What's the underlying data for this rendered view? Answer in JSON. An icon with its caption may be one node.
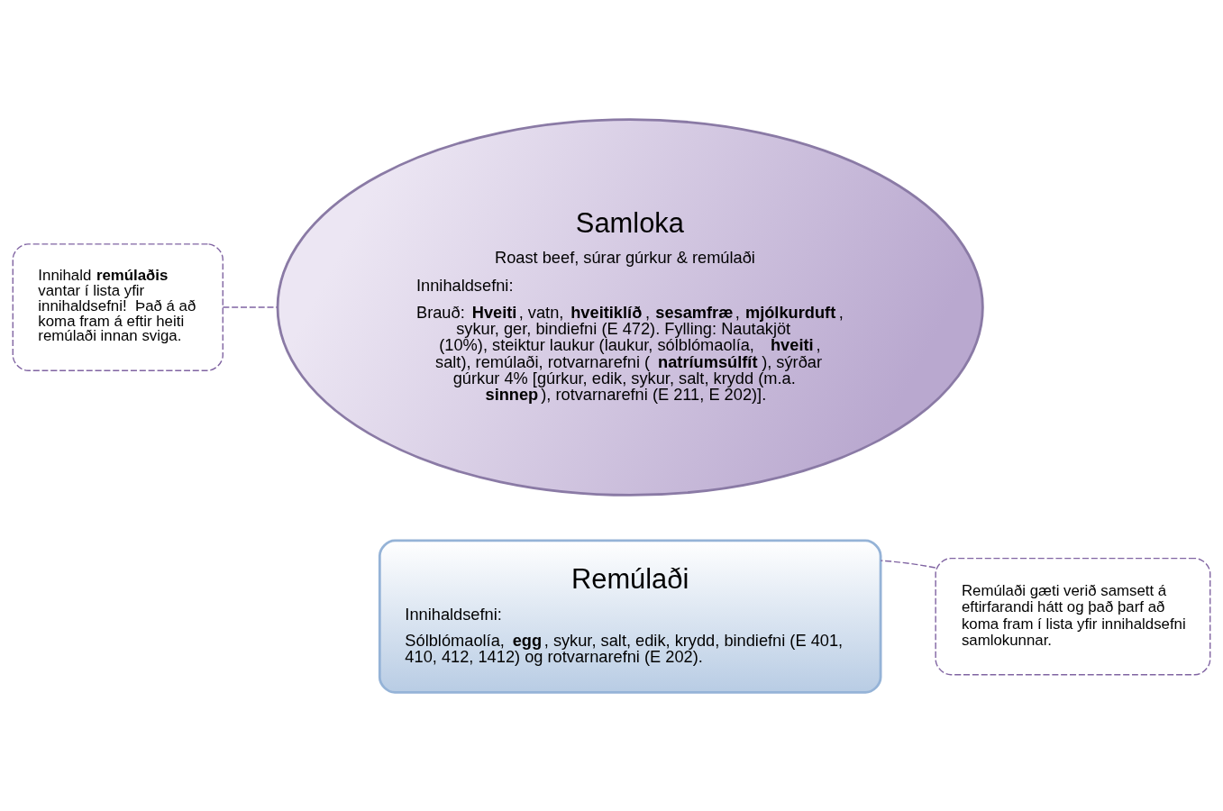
{
  "diagram": {
    "nodes": [
      {
        "text": [
          "Samloka",
          "Roast beef, súrar gúrkur & remúlaði",
          "Innihaldsefni:",
          "Brauð: **Hveiti**, vatn, **hveitiklíð**, **sesamfræ**, **mjólkurduft**, sykur, ger, bindiefni (E 472). Fylling: Nautakjöt (10%), steiktur laukur (laukur, sólblómaolía, **hveiti**, salt), remúlaði, rotvarnarefni (**natríumsúlfít**), sýrðar gúrkur 4% [gúrkur, edik, sykur, salt, krydd (m.a. **sinnep**), rotvarnarefni (E 211, E 202)]."
        ]
      },
      {
        "text": [
          "Innihald **remúlaðis** vantar í lista yfir innihaldsefni!  Það á að koma fram á eftir heiti remúlaði innan sviga."
        ]
      },
      {
        "text": [
          "Remúlaði",
          "Innihaldsefni:",
          "Sólblómaolía, **egg**, sykur, salt, edik, krydd, bindiefni (E 401, 410, 412, 1412) og rotvarnarefni (E 202)."
        ]
      },
      {
        "text": [
          "Remúlaði gæti verið samsett á eftirfarandi hátt og það þarf að koma fram í lista yfir innihaldsefni samlokunnar."
        ]
      }
    ],
    "edges": [
      {
        "from": 1,
        "to": 0,
        "arrow": "none",
        "style": "dashed"
      },
      {
        "from": 3,
        "to": 2,
        "arrow": "none",
        "style": "dashed"
      }
    ]
  }
}
